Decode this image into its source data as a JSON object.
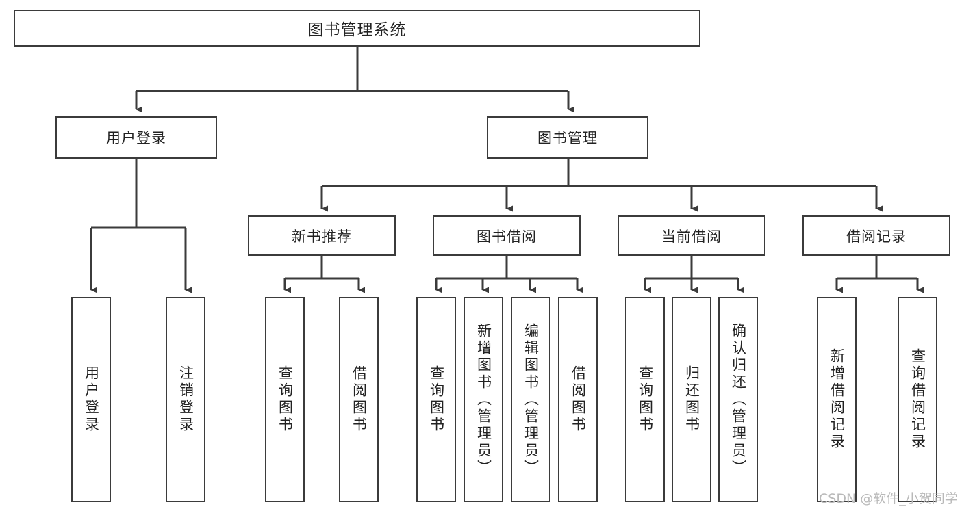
{
  "diagram": {
    "title": "图书管理系统",
    "watermark": "CSDN @软件_小贺同学",
    "stroke_color": "#3b3b3b",
    "text_color": "#222222",
    "background_color": "#ffffff",
    "root": {
      "label": "图书管理系统"
    },
    "level2": [
      {
        "label": "用户登录"
      },
      {
        "label": "图书管理"
      }
    ],
    "level3": [
      {
        "label": "新书推荐"
      },
      {
        "label": "图书借阅"
      },
      {
        "label": "当前借阅"
      },
      {
        "label": "借阅记录"
      }
    ],
    "leaves": {
      "user_login": [
        {
          "label": "用户登录"
        },
        {
          "label": "注销登录"
        }
      ],
      "new_book_recommend": [
        {
          "label": "查询图书"
        },
        {
          "label": "借阅图书"
        }
      ],
      "book_borrow": [
        {
          "label": "查询图书"
        },
        {
          "label": "新增图书（管理员）"
        },
        {
          "label": "编辑图书（管理员）"
        },
        {
          "label": "借阅图书"
        }
      ],
      "current_borrow": [
        {
          "label": "查询图书"
        },
        {
          "label": "归还图书"
        },
        {
          "label": "确认归还（管理员）"
        }
      ],
      "borrow_record": [
        {
          "label": "新增借阅记录"
        },
        {
          "label": "查询借阅记录"
        }
      ]
    }
  }
}
